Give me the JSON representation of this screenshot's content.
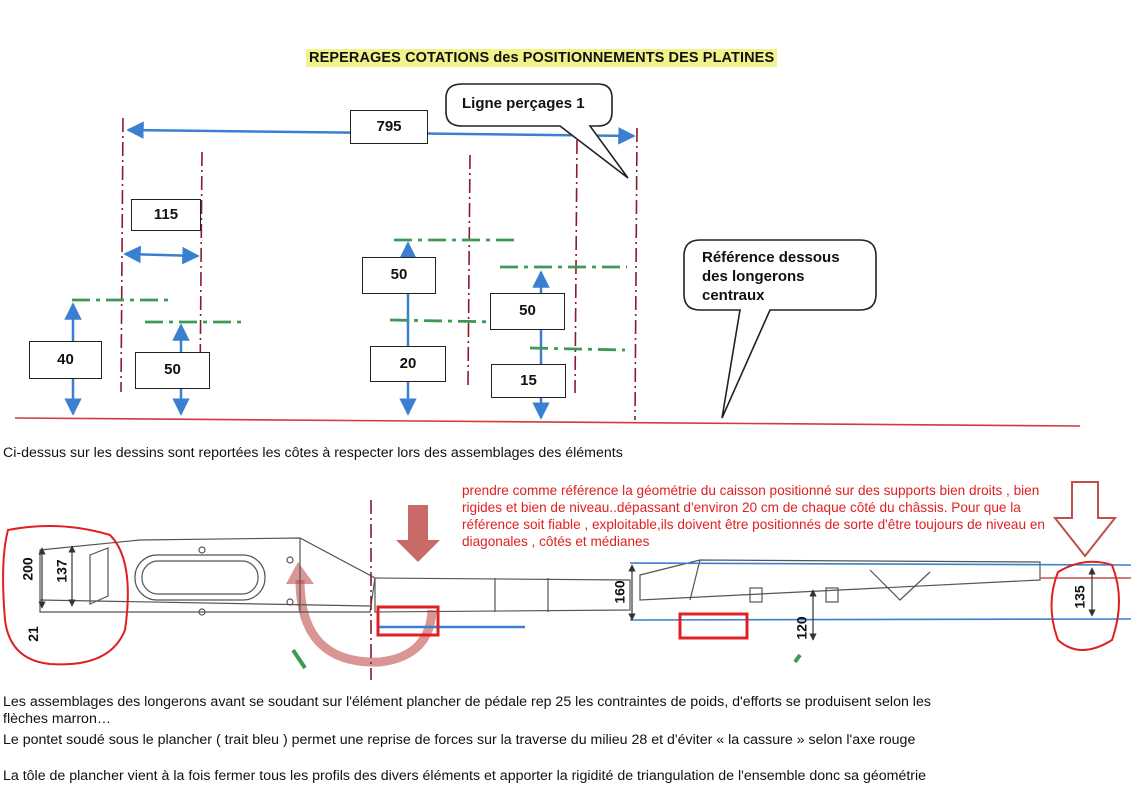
{
  "title": "REPERAGES COTATIONS des POSITIONNEMENTS DES PLATINES",
  "callouts": {
    "line1": "Ligne  perçages 1",
    "reference": [
      "Référence dessous",
      "des longerons",
      "centraux"
    ]
  },
  "dimensions": {
    "d795": "795",
    "d115": "115",
    "d40": "40",
    "d50a": "50",
    "d50b": "50",
    "d20": "20",
    "d50c": "50",
    "d15": "15"
  },
  "side_dimensions": {
    "d200": "200",
    "d137": "137",
    "d21": "21",
    "d160": "160",
    "d120": "120",
    "d135": "135"
  },
  "caption1": "Ci-dessus sur les dessins sont reportées les côtes à respecter lors des assemblages des éléments",
  "red_note": "prendre comme référence la géométrie du caisson positionné sur des supports bien droits , bien rigides et bien de niveau..dépassant d'environ 20 cm de chaque côté du châssis. Pour que la référence soit fiable , exploitable,ils doivent être positionnés de sorte d'être toujours de niveau en diagonales , côtés et médianes",
  "paragraphs": {
    "p1a": "Les assemblages des longerons avant se soudant sur l'élément plancher de pédale rep 25 les contraintes de poids, d'efforts se produisent selon les",
    "p1b": "flèches marron…",
    "p2": "Le pontet soudé sous le plancher ( trait bleu ) permet une reprise de forces sur la traverse du milieu 28 et d'éviter «  la cassure » selon l'axe rouge",
    "p3": "La tôle de plancher vient à la fois fermer tous les profils des divers éléments et apporter la rigidité de triangulation de l'ensemble donc sa géométrie"
  },
  "colors": {
    "red_line": "#d43a3a",
    "blue_arrow": "#3a7fd0",
    "green_dash": "#3d9a55",
    "dark_red_dashdot": "#8b1a2a",
    "brown_arrow": "#c0504d",
    "red_note": "#e02020"
  }
}
